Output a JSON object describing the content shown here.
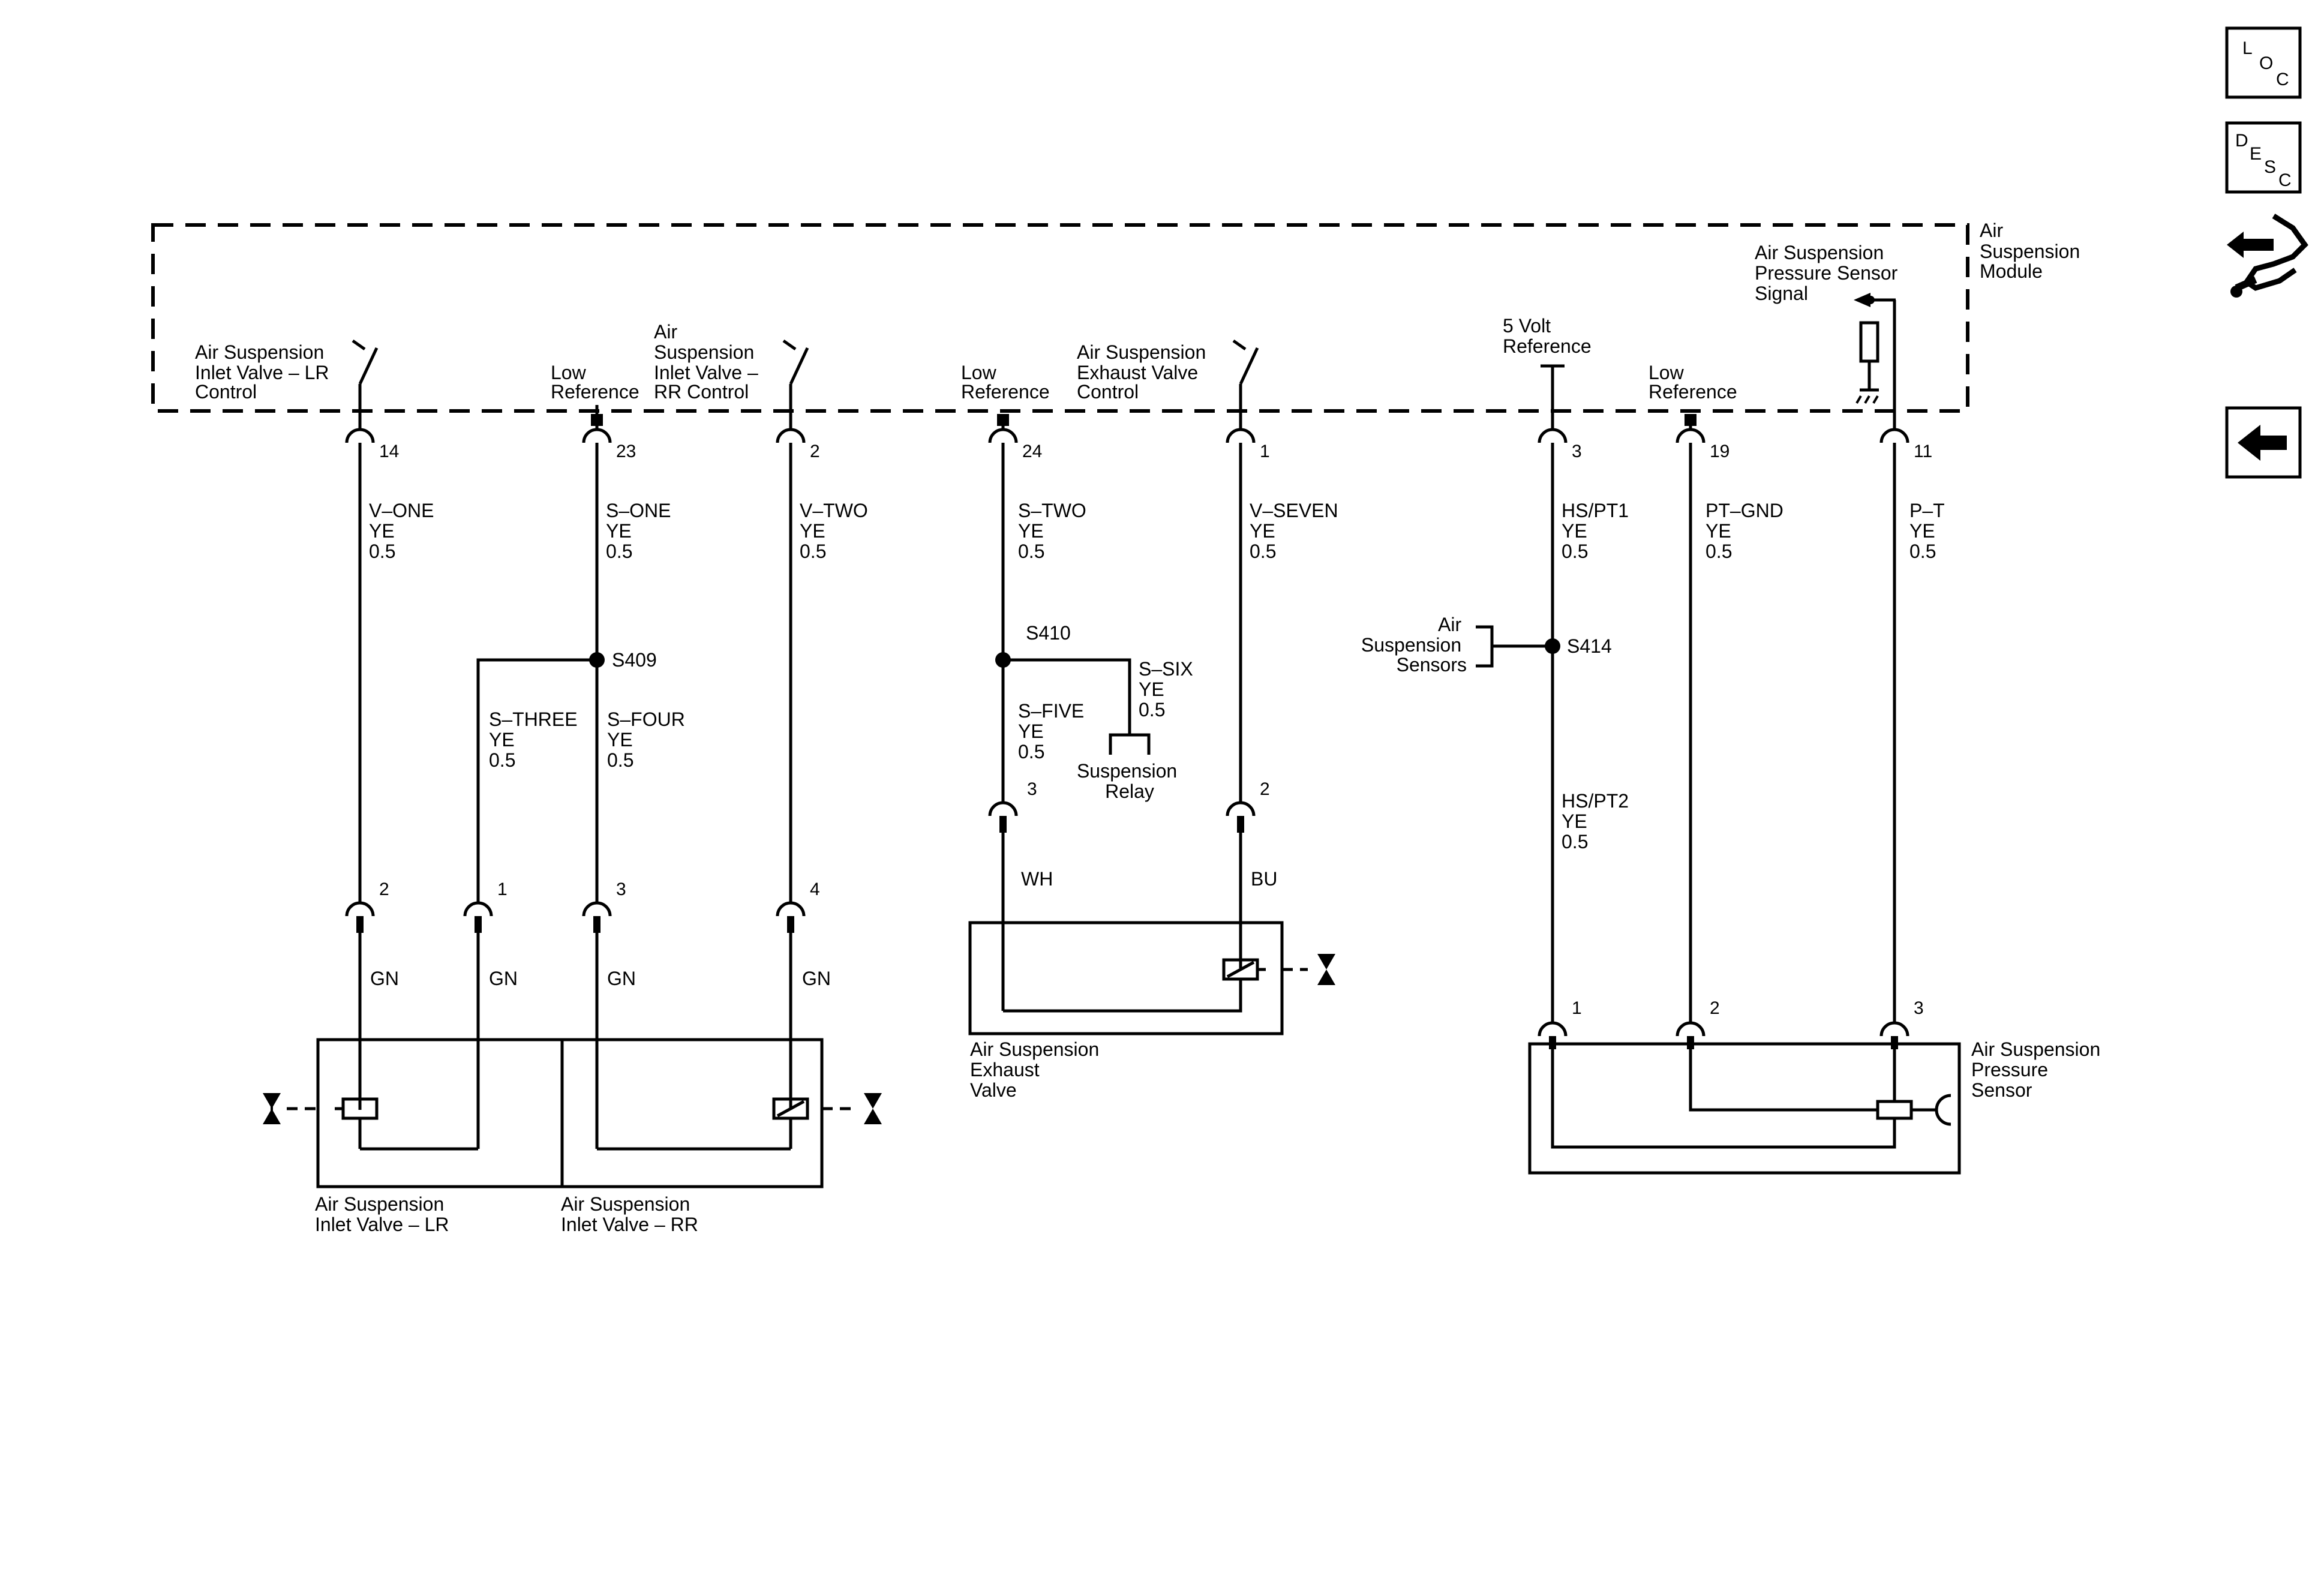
{
  "module": {
    "name": [
      "Air",
      "Suspension",
      "Module"
    ],
    "inlet_lr_control": [
      "Air Suspension",
      "Inlet Valve – LR",
      "Control"
    ],
    "low_reference_1": [
      "Low",
      "Reference"
    ],
    "inlet_rr_control": [
      "Air",
      "Suspension",
      "Inlet Valve –",
      "RR Control"
    ],
    "low_reference_2": [
      "Low",
      "Reference"
    ],
    "exhaust_control": [
      "Air Suspension",
      "Exhaust Valve",
      "Control"
    ],
    "five_volt": [
      "5 Volt",
      "Reference"
    ],
    "low_reference_3": [
      "Low",
      "Reference"
    ],
    "pressure_signal": [
      "Air Suspension",
      "Pressure Sensor",
      "Signal"
    ]
  },
  "pins": {
    "m_14": "14",
    "m_23": "23",
    "m_2": "2",
    "m_24": "24",
    "m_1": "1",
    "m_3": "3",
    "m_19": "19",
    "m_11": "11",
    "lr_2": "2",
    "lr_1": "1",
    "rr_3": "3",
    "rr_4": "4",
    "ex_3": "3",
    "ex_2": "2",
    "ps_1": "1",
    "ps_2": "2",
    "ps_3": "3"
  },
  "wires": {
    "v_one": [
      "V–ONE",
      "YE",
      "0.5"
    ],
    "s_one": [
      "S–ONE",
      "YE",
      "0.5"
    ],
    "v_two": [
      "V–TWO",
      "YE",
      "0.5"
    ],
    "s_two": [
      "S–TWO",
      "YE",
      "0.5"
    ],
    "v_seven": [
      "V–SEVEN",
      "YE",
      "0.5"
    ],
    "hs_pt1": [
      "HS/PT1",
      "YE",
      "0.5"
    ],
    "pt_gnd": [
      "PT–GND",
      "YE",
      "0.5"
    ],
    "p_t": [
      "P–T",
      "YE",
      "0.5"
    ],
    "s_three": [
      "S–THREE",
      "YE",
      "0.5"
    ],
    "s_four": [
      "S–FOUR",
      "YE",
      "0.5"
    ],
    "s_five": [
      "S–FIVE",
      "YE",
      "0.5"
    ],
    "s_six": [
      "S–SIX",
      "YE",
      "0.5"
    ],
    "hs_pt2": [
      "HS/PT2",
      "YE",
      "0.5"
    ],
    "gn_1": "GN",
    "gn_2": "GN",
    "gn_3": "GN",
    "gn_4": "GN",
    "wh": "WH",
    "bu": "BU"
  },
  "splices": {
    "s409": "S409",
    "s410": "S410",
    "s414": "S414"
  },
  "components": {
    "inlet_lr": [
      "Air Suspension",
      "Inlet Valve – LR"
    ],
    "inlet_rr": [
      "Air Suspension",
      "Inlet Valve – RR"
    ],
    "exhaust_valve": [
      "Air Suspension",
      "Exhaust",
      "Valve"
    ],
    "pressure_sensor": [
      "Air Suspension",
      "Pressure",
      "Sensor"
    ],
    "suspension_relay": [
      "Suspension",
      "Relay"
    ],
    "air_suspension_sensors": [
      "Air",
      "Suspension",
      "Sensors"
    ]
  },
  "side_buttons": {
    "loc": [
      "L",
      "O",
      "C"
    ],
    "desc": [
      "D",
      "E",
      "S",
      "C"
    ]
  },
  "icons": {
    "connector_icon": "wrench-connector-icon",
    "back_icon": "arrow-left-icon"
  }
}
